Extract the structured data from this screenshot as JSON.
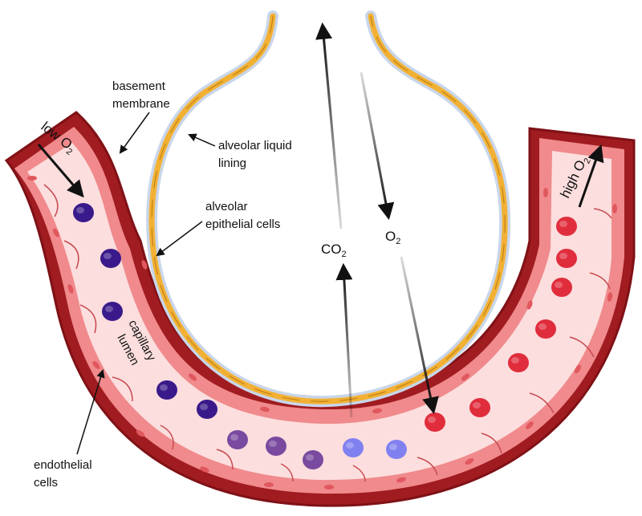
{
  "labels": {
    "basement_membrane_1": "basement",
    "basement_membrane_2": "membrane",
    "alveolar_liquid_1": "alveolar liquid",
    "alveolar_liquid_2": "lining",
    "epithelial_1": "alveolar",
    "epithelial_2": "epithelial cells",
    "capillary_1": "capillary",
    "capillary_2": "lumen",
    "endothelial_1": "endothelial",
    "endothelial_2": "cells"
  },
  "gases": {
    "co2_main": "CO",
    "co2_sub": "2",
    "o2_main": "O",
    "o2_sub": "2"
  },
  "flow": {
    "low_main": "low O",
    "low_sub": "2",
    "high_main": "high O",
    "high_sub": "2"
  },
  "colors": {
    "vessel_wall": "#a01c20",
    "vessel_wall_dark": "#7f1116",
    "endothelium": "#f08a8c",
    "lumen": "#fcdede",
    "epithelium": "#f2b134",
    "liquid_lining": "#c9d6ea",
    "deoxy_cell": "#3a1a8a",
    "mixed_cell": "#7a4aa0",
    "transition_cell": "#8080f0",
    "oxy_cell": "#e02d3c"
  }
}
